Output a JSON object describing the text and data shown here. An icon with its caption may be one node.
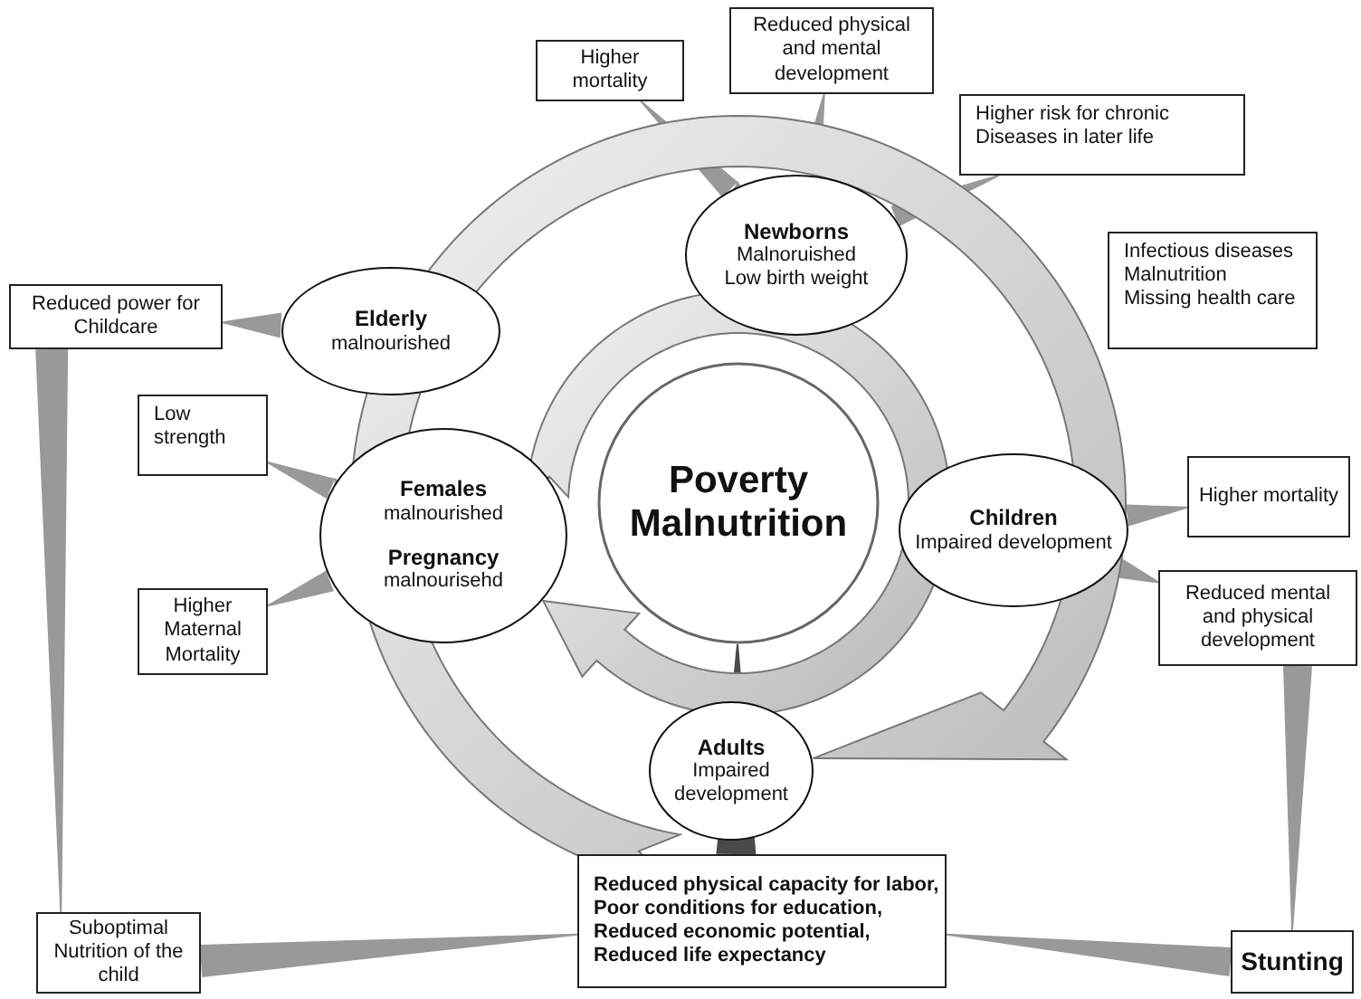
{
  "diagram": {
    "nodes": [
      {
        "text": [
          "Higher mortality"
        ]
      },
      {
        "text": [
          "Reduced physical and mental development"
        ]
      },
      {
        "text": [
          "Higher risk for chronic Diseases in later life"
        ]
      },
      {
        "text": [
          "Newborns",
          "Malnoruished",
          "Low birth weight"
        ]
      },
      {
        "text": [
          "Infectious diseases",
          "Malnutrition",
          "Missing health care"
        ]
      },
      {
        "text": [
          "Elderly",
          "malnourished"
        ]
      },
      {
        "text": [
          "Reduced power for Childcare"
        ]
      },
      {
        "text": [
          "Low strength"
        ]
      },
      {
        "text": [
          "Poverty Malnutrition"
        ]
      },
      {
        "text": [
          "Females",
          "malnourished",
          "Pregnancy",
          "malnourisehd"
        ]
      },
      {
        "text": [
          "Children",
          "Impaired development"
        ]
      },
      {
        "text": [
          "Higher mortality"
        ]
      },
      {
        "text": [
          "Higher Maternal Mortality"
        ]
      },
      {
        "text": [
          "Reduced mental and physical development"
        ]
      },
      {
        "text": [
          "Adults",
          "Impaired development"
        ]
      },
      {
        "text": [
          "Reduced physical capacity for labor,",
          "Poor conditions for education,",
          "Reduced economic potential,",
          "Reduced life expectancy"
        ]
      },
      {
        "text": [
          "Suboptimal Nutrition of the child"
        ]
      },
      {
        "text": [
          "Stunting"
        ]
      }
    ],
    "edges": [
      {
        "from": 3,
        "to": 0,
        "arrow": "both"
      },
      {
        "from": 3,
        "to": 1,
        "arrow": "to"
      },
      {
        "from": 3,
        "to": 2,
        "arrow": "both"
      },
      {
        "from": 5,
        "to": 6,
        "arrow": "to"
      },
      {
        "from": 9,
        "to": 7,
        "arrow": "both"
      },
      {
        "from": 9,
        "to": 12,
        "arrow": "both"
      },
      {
        "from": 10,
        "to": 11,
        "arrow": "to"
      },
      {
        "from": 10,
        "to": 13,
        "arrow": "both"
      },
      {
        "from": 6,
        "to": 16,
        "arrow": "to"
      },
      {
        "from": 16,
        "to": 15,
        "arrow": "to"
      },
      {
        "from": 13,
        "to": 17,
        "arrow": "to"
      },
      {
        "from": 17,
        "to": 15,
        "arrow": "to"
      },
      {
        "from": 15,
        "to": 8,
        "arrow": "to",
        "color": "#4a4a4a"
      },
      {
        "from": null,
        "to": 14,
        "arrow": "to",
        "style": "thick"
      },
      {
        "from": null,
        "to": 9,
        "arrow": "to",
        "style": "thick"
      }
    ]
  }
}
